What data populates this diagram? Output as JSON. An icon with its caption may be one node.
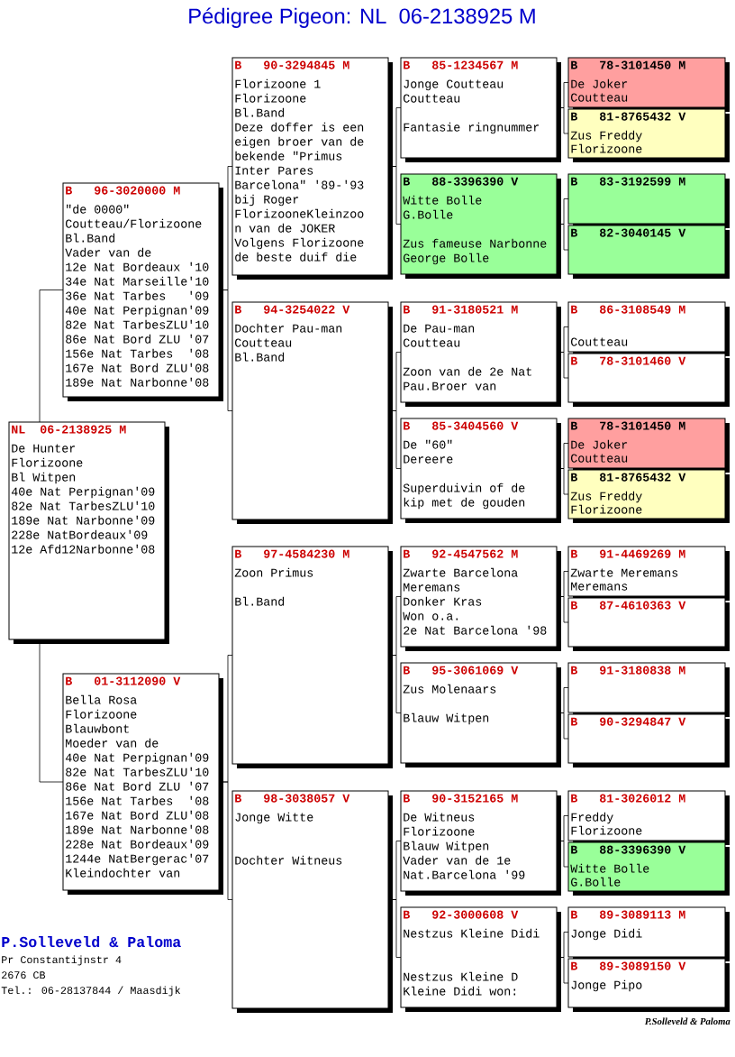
{
  "diagram": {
    "title": "Pédigree Pigeon: NL  06-2138925 M",
    "nodes": [
      {
        "text": [
          "NL  06-2138925 M",
          "De Hunter",
          "Florizoone",
          "Bl Witpen",
          "40e Nat Perpignan'09",
          "82e Nat TarbesZLU'10",
          "189e Nat Narbonne'09",
          "228e NatBordeaux'09",
          "12e Afd12Narbonne'08"
        ]
      },
      {
        "text": [
          "B   96-3020000 M",
          "\"de 0000\"",
          "Coutteau/Florizoone",
          "Bl.Band",
          "Vader van de",
          "12e Nat Bordeaux '10",
          "34e Nat Marseille'10",
          "36e Nat Tarbes   '09",
          "40e Nat Perpignan'09",
          "82e Nat TarbesZLU'10",
          "86e Nat Bord ZLU '07",
          "156e Nat Tarbes  '08",
          "167e Nat Bord ZLU'08",
          "189e Nat Narbonne'08"
        ]
      },
      {
        "text": [
          "B   01-3112090 V",
          "Bella Rosa",
          "Florizoone",
          "Blauwbont",
          "Moeder van de",
          "40e Nat Perpignan'09",
          "82e Nat TarbesZLU'10",
          "86e Nat Bord ZLU '07",
          "156e Nat Tarbes  '08",
          "167e Nat Bord ZLU'08",
          "189e Nat Narbonne'08",
          "228e Nat Bordeaux'09",
          "1244e NatBergerac'07",
          "Kleindochter van"
        ]
      },
      {
        "text": [
          "B   90-3294845 M",
          "Florizoone 1",
          "Florizoone",
          "Bl.Band",
          "Deze doffer is een",
          "eigen broer van de",
          "bekende \"Primus",
          "Inter Pares",
          "Barcelona\" '89-'93",
          "bij Roger",
          "FlorizooneKleinzoo",
          "n van de JOKER",
          "Volgens Florizoone",
          "de beste duif die"
        ]
      },
      {
        "text": [
          "B   94-3254022 V",
          "Dochter Pau-man",
          "Coutteau",
          "Bl.Band"
        ]
      },
      {
        "text": [
          "B   97-4584230 M",
          "Zoon Primus",
          "Bl.Band"
        ]
      },
      {
        "text": [
          "B   98-3038057 V",
          "Jonge Witte",
          "Dochter Witneus"
        ]
      },
      {
        "text": [
          "B   85-1234567 M",
          "Jonge Coutteau",
          "Coutteau",
          "Fantasie ringnummer"
        ]
      },
      {
        "text": [
          "B   88-3396390 V",
          "Witte Bolle",
          "G.Bolle",
          "Zus fameuse Narbonne",
          "George Bolle"
        ]
      },
      {
        "text": [
          "B   91-3180521 M",
          "De Pau-man",
          "Coutteau",
          "Zoon van de 2e Nat",
          "Pau.Broer van"
        ]
      },
      {
        "text": [
          "B   85-3404560 V",
          "De \"60\"",
          "Dereere",
          "Superduivin of de",
          "kip met de gouden"
        ]
      },
      {
        "text": [
          "B   92-4547562 M",
          "Zwarte Barcelona",
          "Meremans",
          "Donker Kras",
          "Won o.a.",
          "2e Nat Barcelona '98"
        ]
      },
      {
        "text": [
          "B   95-3061069 V",
          "Zus Molenaars",
          "Blauw Witpen"
        ]
      },
      {
        "text": [
          "B   90-3152165 M",
          "De Witneus",
          "Florizoone",
          "Blauw Witpen",
          "Vader van de 1e",
          "Nat.Barcelona '99"
        ]
      },
      {
        "text": [
          "B   92-3000608 V",
          "Nestzus Kleine Didi",
          "Nestzus Kleine D",
          "Kleine Didi won:"
        ]
      },
      {
        "text": [
          "B   78-3101450 M",
          "De Joker",
          "Coutteau"
        ]
      },
      {
        "text": [
          "B   81-8765432 V",
          "Zus Freddy",
          "Florizoone"
        ]
      },
      {
        "text": [
          "B   83-3192599 M"
        ]
      },
      {
        "text": [
          "B   82-3040145 V"
        ]
      },
      {
        "text": [
          "B   86-3108549 M",
          "Coutteau"
        ]
      },
      {
        "text": [
          "B   78-3101460 V"
        ]
      },
      {
        "text": [
          "B   78-3101450 M",
          "De Joker",
          "Coutteau"
        ]
      },
      {
        "text": [
          "B   81-8765432 V",
          "Zus Freddy",
          "Florizoone"
        ]
      },
      {
        "text": [
          "B   91-4469269 M",
          "Zwarte Meremans",
          "Meremans"
        ]
      },
      {
        "text": [
          "B   87-4610363 V"
        ]
      },
      {
        "text": [
          "B   91-3180838 M"
        ]
      },
      {
        "text": [
          "B   90-3294847 V"
        ]
      },
      {
        "text": [
          "B   81-3026012 M",
          "Freddy",
          "Florizoone"
        ]
      },
      {
        "text": [
          "B   88-3396390 V",
          "Witte Bolle",
          "G.Bolle"
        ]
      },
      {
        "text": [
          "B   89-3089113 M",
          "Jonge Didi"
        ]
      },
      {
        "text": [
          "B   89-3089150 V",
          "Jonge Pipo"
        ]
      }
    ],
    "edges": [
      {
        "from": 0,
        "to": 1,
        "arrow": "none"
      },
      {
        "from": 0,
        "to": 2,
        "arrow": "none"
      },
      {
        "from": 1,
        "to": 3,
        "arrow": "none"
      },
      {
        "from": 1,
        "to": 4,
        "arrow": "none"
      },
      {
        "from": 2,
        "to": 5,
        "arrow": "none"
      },
      {
        "from": 2,
        "to": 6,
        "arrow": "none"
      },
      {
        "from": 3,
        "to": 7,
        "arrow": "none"
      },
      {
        "from": 3,
        "to": 8,
        "arrow": "none"
      },
      {
        "from": 4,
        "to": 9,
        "arrow": "none"
      },
      {
        "from": 4,
        "to": 10,
        "arrow": "none"
      },
      {
        "from": 5,
        "to": 11,
        "arrow": "none"
      },
      {
        "from": 5,
        "to": 12,
        "arrow": "none"
      },
      {
        "from": 6,
        "to": 13,
        "arrow": "none"
      },
      {
        "from": 6,
        "to": 14,
        "arrow": "none"
      },
      {
        "from": 7,
        "to": 15,
        "arrow": "none"
      },
      {
        "from": 7,
        "to": 16,
        "arrow": "none"
      },
      {
        "from": 8,
        "to": 17,
        "arrow": "none"
      },
      {
        "from": 8,
        "to": 18,
        "arrow": "none"
      },
      {
        "from": 9,
        "to": 19,
        "arrow": "none"
      },
      {
        "from": 9,
        "to": 20,
        "arrow": "none"
      },
      {
        "from": 10,
        "to": 21,
        "arrow": "none"
      },
      {
        "from": 10,
        "to": 22,
        "arrow": "none"
      },
      {
        "from": 11,
        "to": 23,
        "arrow": "none"
      },
      {
        "from": 11,
        "to": 24,
        "arrow": "none"
      },
      {
        "from": 12,
        "to": 25,
        "arrow": "none"
      },
      {
        "from": 12,
        "to": 26,
        "arrow": "none"
      },
      {
        "from": 13,
        "to": 27,
        "arrow": "none"
      },
      {
        "from": 13,
        "to": 28,
        "arrow": "none"
      },
      {
        "from": 14,
        "to": 29,
        "arrow": "none"
      },
      {
        "from": 14,
        "to": 30,
        "arrow": "none"
      }
    ],
    "labels": [
      "P.Solleveld & Paloma",
      "Pr Constantijnstr 4",
      "2676 CB",
      "Tel.: 06-28137844 / Maasdijk",
      "P.Solleveld & Paloma"
    ]
  }
}
